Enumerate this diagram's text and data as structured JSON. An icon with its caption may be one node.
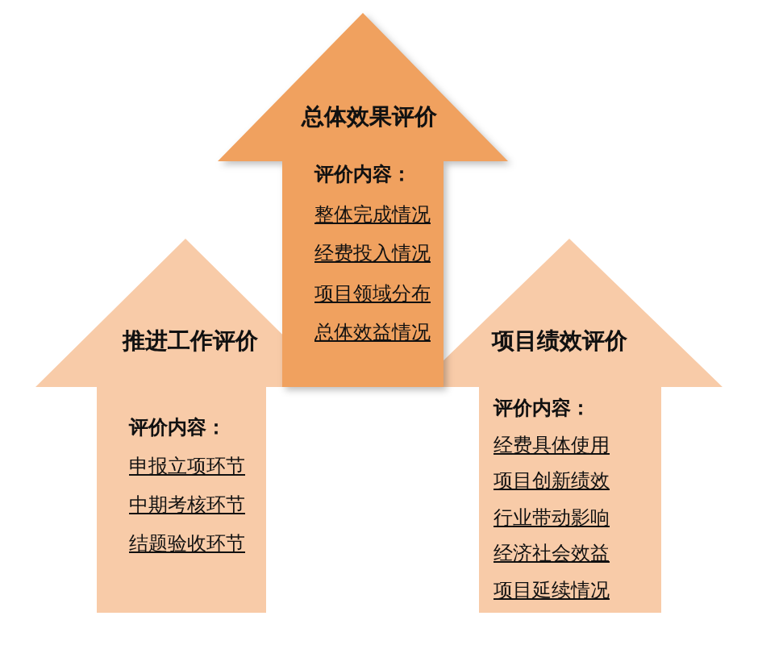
{
  "diagram": {
    "nodes": [
      {
        "text": [
          "总体效果评价",
          "评价内容：",
          "整体完成情况",
          "经费投入情况",
          "项目领域分布",
          "总体效益情况"
        ]
      },
      {
        "text": [
          "推进工作评价",
          "评价内容：",
          "申报立项环节",
          "中期考核环节",
          "结题验收环节"
        ]
      },
      {
        "text": [
          "项目绩效评价",
          "评价内容：",
          "经费具体使用",
          "项目创新绩效",
          "行业带动影响",
          "经济社会效益",
          "项目延续情况"
        ]
      }
    ]
  }
}
